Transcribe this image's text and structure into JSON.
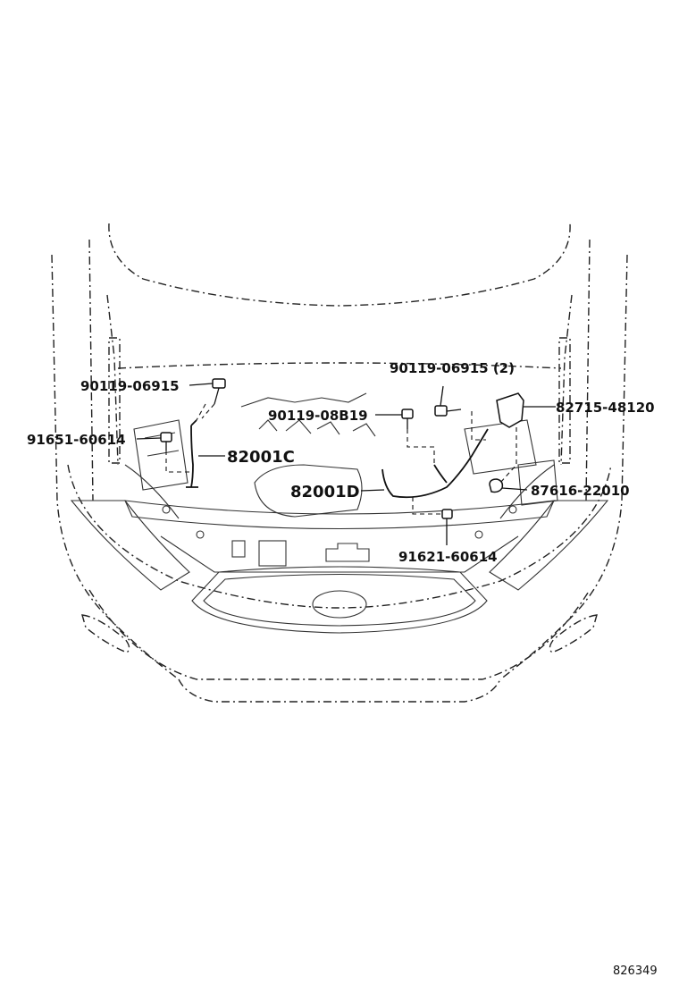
{
  "labels": {
    "bolt_top_left": "90119-06915",
    "bolt_top_right": "90119-06915 (2)",
    "bolt_center": "90119-08B19",
    "screw_left": "91651-60614",
    "screw_bottom": "91621-60614",
    "harness_left": "82001C",
    "harness_center": "82001D",
    "bracket_right": "82715-48120",
    "clamp_right": "87616-22010"
  },
  "figure_id": "826349"
}
